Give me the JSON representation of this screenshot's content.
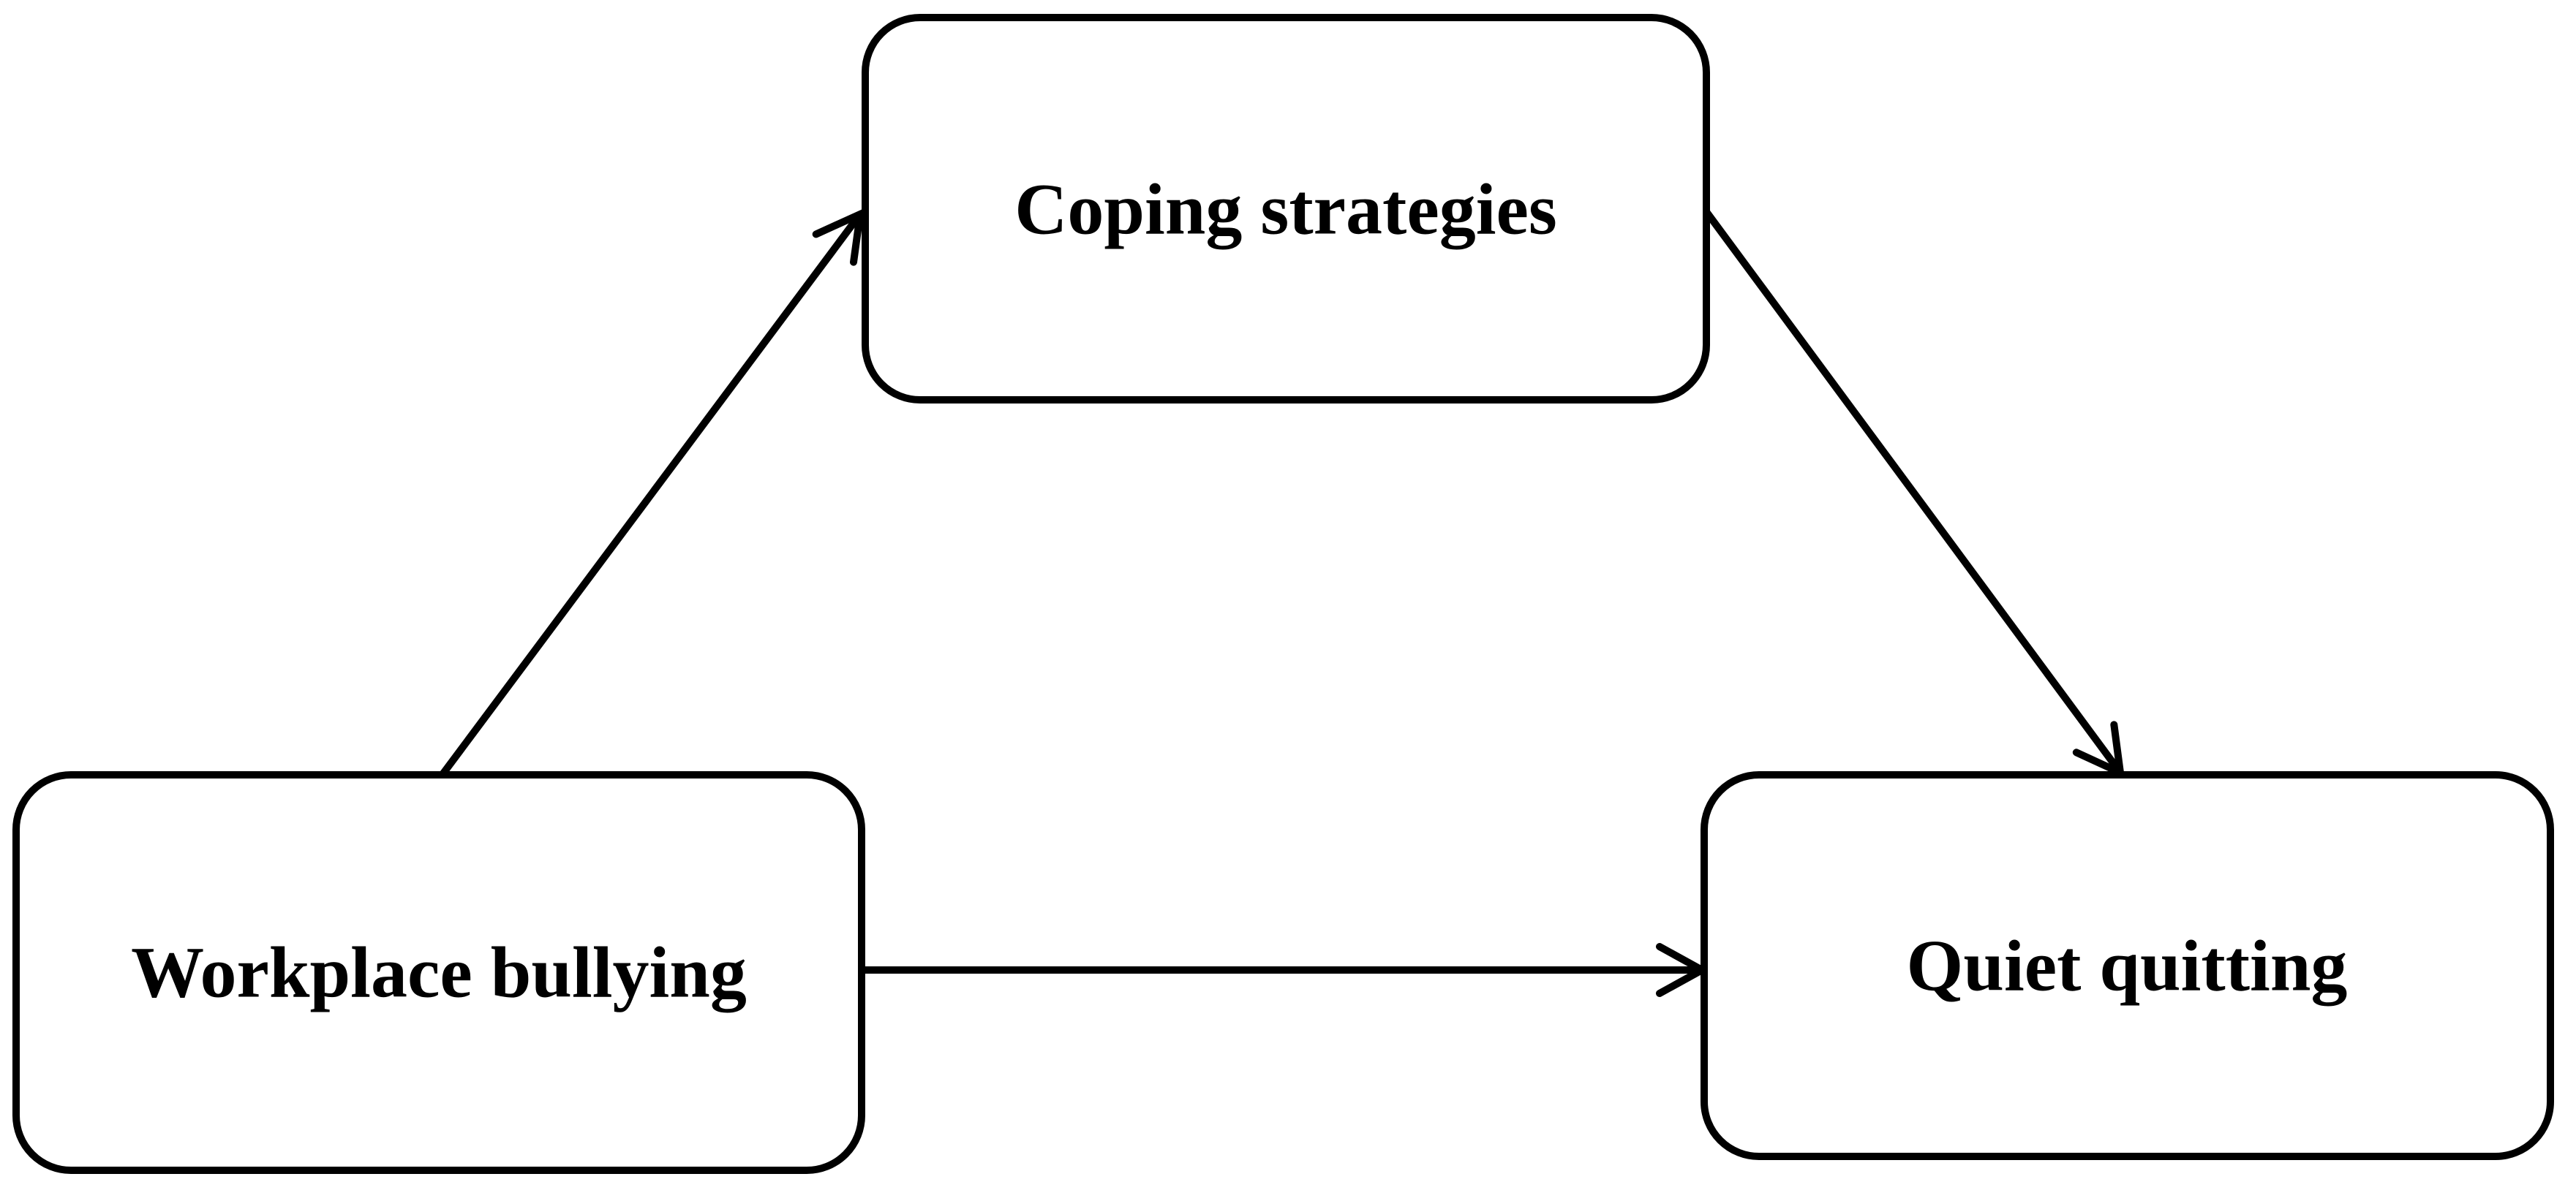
{
  "figure": {
    "background_color": "#ffffff",
    "stroke_color": "#000000",
    "nodes": {
      "workplace_bullying": {
        "label": "Workplace bullying",
        "role": "independent-variable"
      },
      "coping_strategies": {
        "label": "Coping strategies",
        "role": "mediator"
      },
      "quiet_quitting": {
        "label": "Quiet quitting",
        "role": "dependent-variable"
      }
    },
    "edges": [
      {
        "from": "workplace_bullying",
        "to": "coping_strategies"
      },
      {
        "from": "coping_strategies",
        "to": "quiet_quitting"
      },
      {
        "from": "workplace_bullying",
        "to": "quiet_quitting"
      }
    ]
  }
}
